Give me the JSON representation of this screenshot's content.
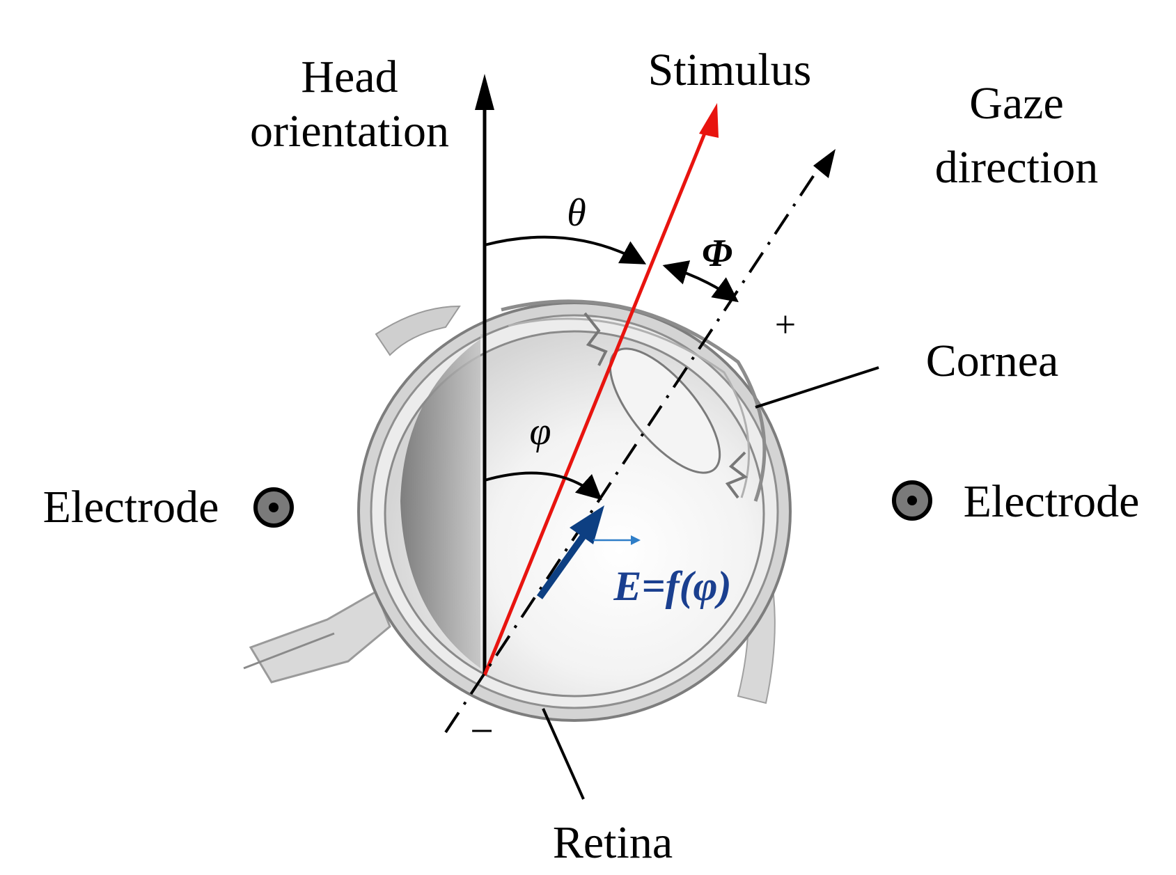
{
  "labels": {
    "head_line1": "Head",
    "head_line2": "orientation",
    "stimulus": "Stimulus",
    "gaze_line1": "Gaze",
    "gaze_line2": "direction",
    "cornea": "Cornea",
    "retina": "Retina",
    "electrode_left": "Electrode",
    "electrode_right": "Electrode",
    "plus": "+",
    "minus": "−"
  },
  "symbols": {
    "theta": "θ",
    "phi_upper": "Φ",
    "phi_lower": "φ"
  },
  "equation": "E=f(φ)",
  "colors": {
    "stimulus_line": "#e8140f",
    "dipole_arrow": "#0d3f82",
    "field_arrow": "#2f7ec8",
    "equation": "#1a3f8f",
    "electrode_fill": "#7a7a7a"
  },
  "icons": {
    "electrode": "electrode-icon"
  }
}
